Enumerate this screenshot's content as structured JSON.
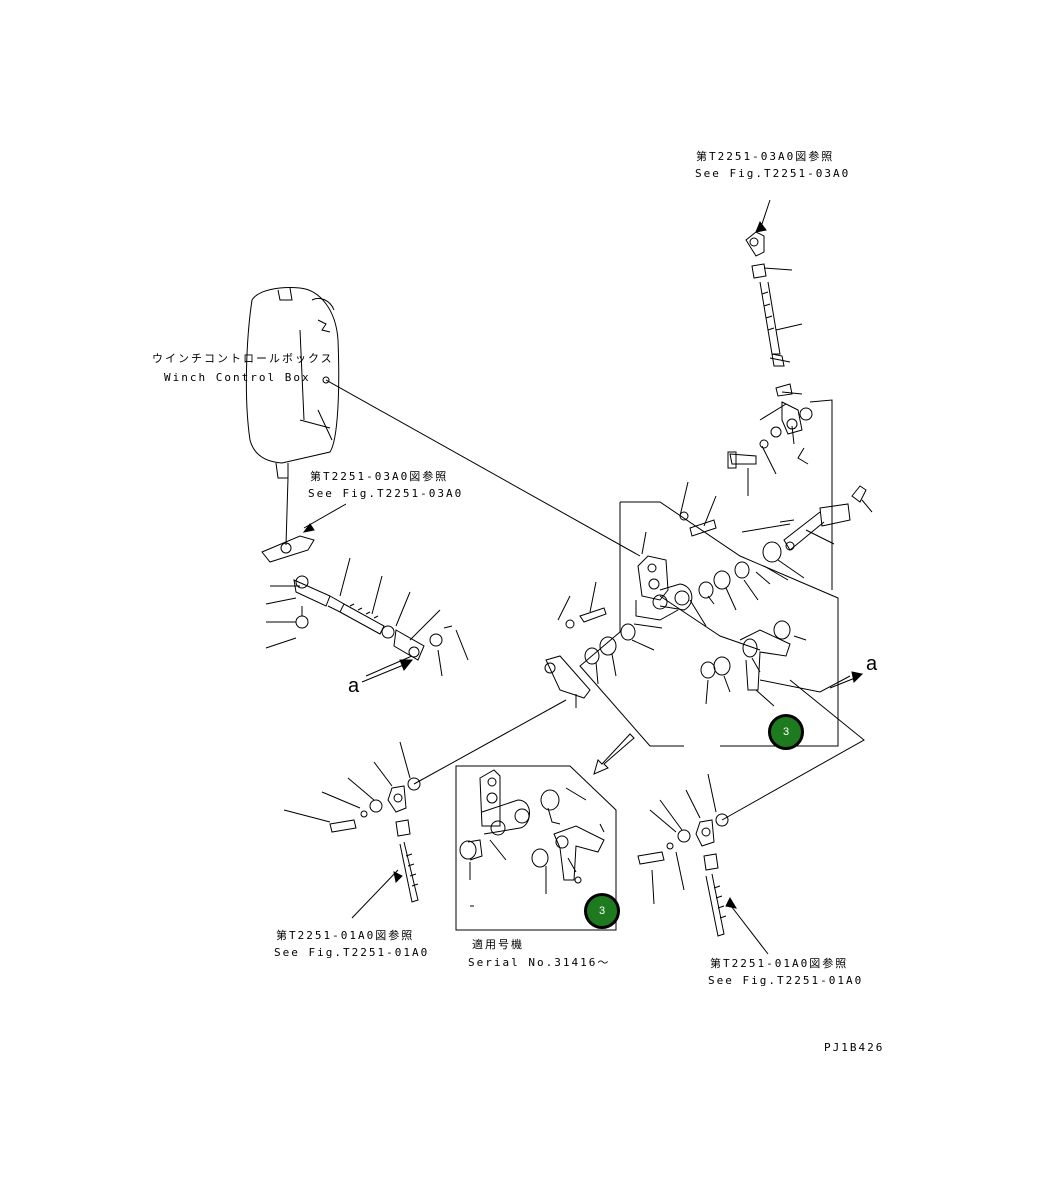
{
  "labels": {
    "ref_top_jp": "第T2251-03A0図参照",
    "ref_top_en": "See Fig.T2251-03A0",
    "winch_jp": "ウインチコントロールボックス",
    "winch_en": "Winch Control Box",
    "ref_mid_jp": "第T2251-03A0図参照",
    "ref_mid_en": "See Fig.T2251-03A0",
    "ref_bl_jp": "第T2251-01A0図参照",
    "ref_bl_en": "See Fig.T2251-01A0",
    "serial_jp": "適用号機",
    "serial_en": "Serial No.31416～",
    "ref_br_jp": "第T2251-01A0図参照",
    "ref_br_en": "See Fig.T2251-01A0",
    "code": "PJ1B426",
    "a_left": "a",
    "a_right": "a"
  },
  "callouts": [
    {
      "number": "3",
      "color": "#1e7a1e"
    },
    {
      "number": "3",
      "color": "#1e7a1e"
    }
  ]
}
